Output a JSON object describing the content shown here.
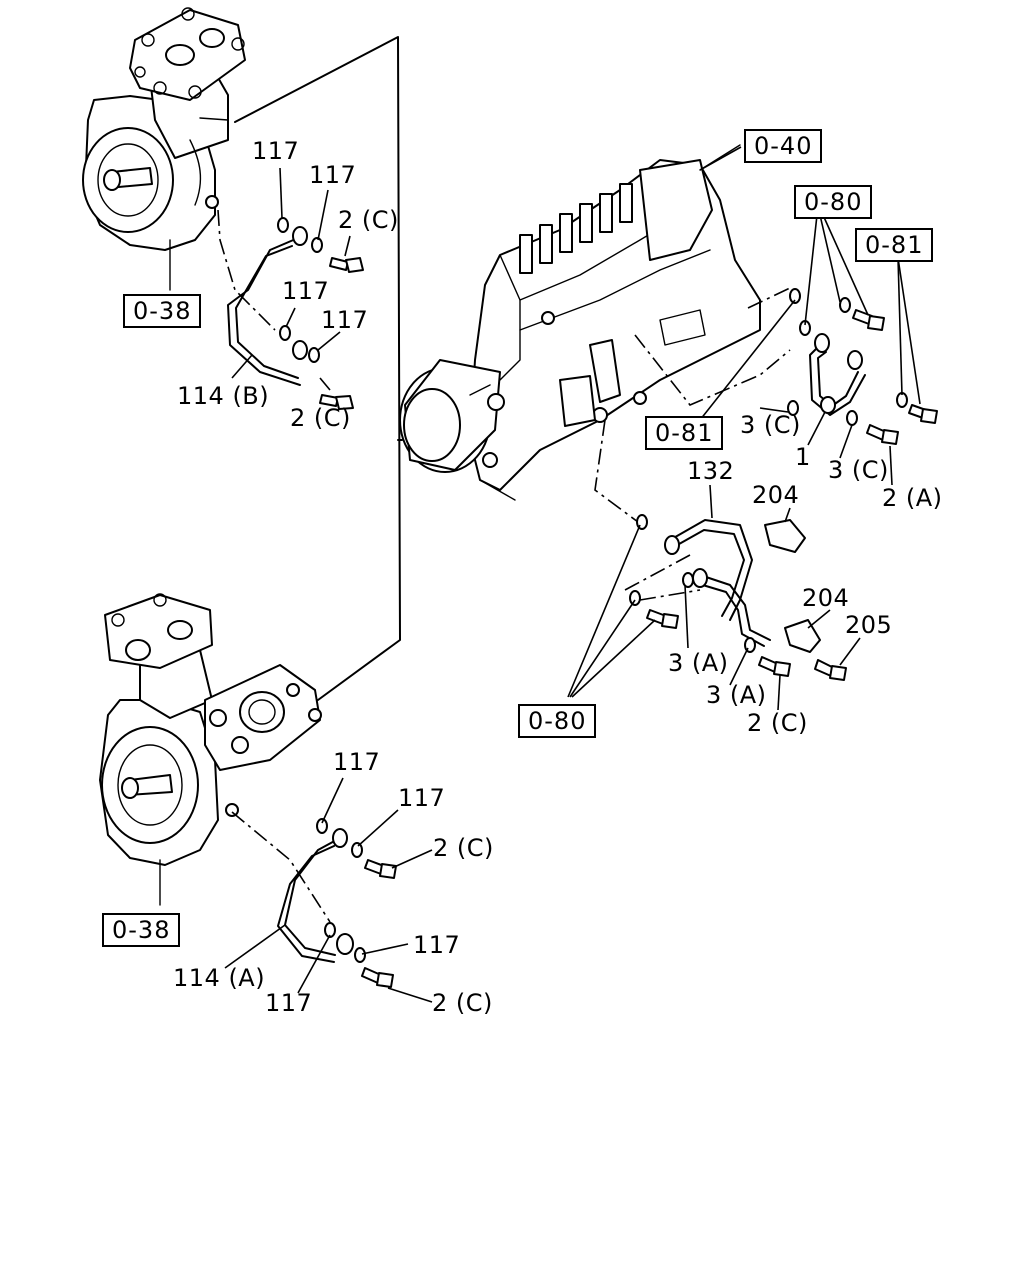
{
  "refs": {
    "r038_top": "0-38",
    "r038_bottom": "0-38",
    "r040": "0-40",
    "r080_top": "0-80",
    "r081_right": "0-81",
    "r081_mid": "0-81",
    "r080_bottom": "0-80"
  },
  "labels": {
    "t117_1": "117",
    "t117_2": "117",
    "t2c_1": "2 (C)",
    "t117_3": "117",
    "t117_4": "117",
    "t114b": "114 (B)",
    "t2c_2": "2 (C)",
    "t3c_1": "3 (C)",
    "t1": "1",
    "t3c_2": "3 (C)",
    "t2a": "2 (A)",
    "t132": "132",
    "t204_1": "204",
    "t204_2": "204",
    "t205": "205",
    "t3a_1": "3 (A)",
    "t3a_2": "3 (A)",
    "t2c_3": "2 (C)",
    "t117_5": "117",
    "t117_6": "117",
    "t2c_4": "2 (C)",
    "t117_7": "117",
    "t114a": "114 (A)",
    "t117_8": "117",
    "t2c_5": "2 (C)"
  }
}
